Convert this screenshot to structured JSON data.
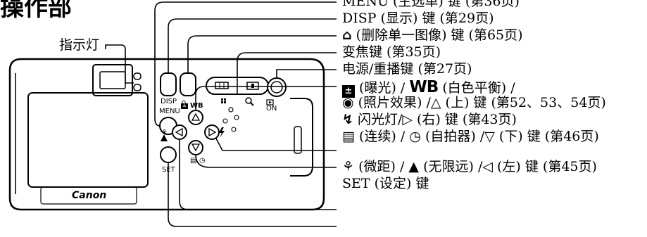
{
  "title": "操作部",
  "indicator_label": "指示灯",
  "camera": {
    "brand": "Canon",
    "disp_text": "DISP",
    "menu_text": "MENU",
    "set_text": "SET",
    "on_text": "ON",
    "wb_text": "WB"
  },
  "labels": [
    {
      "text": "MENU (主选单) 键 (第36页)"
    },
    {
      "text": "DISP (显示) 键 (第29页)"
    },
    {
      "icon": "delete-icon",
      "text": "(删除单一图像) 键 (第65页)"
    },
    {
      "text": "变焦键 (第35页)"
    },
    {
      "text": "电源/重播键 (第27页)"
    },
    {
      "icon": "exposure-icon",
      "text": "(曝光) /",
      "wb": "WB",
      "text2": "(白色平衡) /"
    },
    {
      "icon": "photo-effect-icon",
      "text": "(照片效果) /△ (上) 键 (第52、53、54页)"
    },
    {
      "icon": "flash-icon",
      "text": "闪光灯/▷ (右) 键 (第43页)"
    },
    {
      "icon": "continuous-icon",
      "text": "(连续) /",
      "icon2": "self-timer-icon",
      "text2": "(自拍器) /▽ (下) 键 (第46页)"
    },
    {
      "icon": "macro-icon",
      "text": "(微距) /",
      "icon2": "infinity-icon",
      "text2": "(无限远) /◁ (左) 键 (第45页)"
    },
    {
      "text": "SET (设定) 键"
    }
  ]
}
